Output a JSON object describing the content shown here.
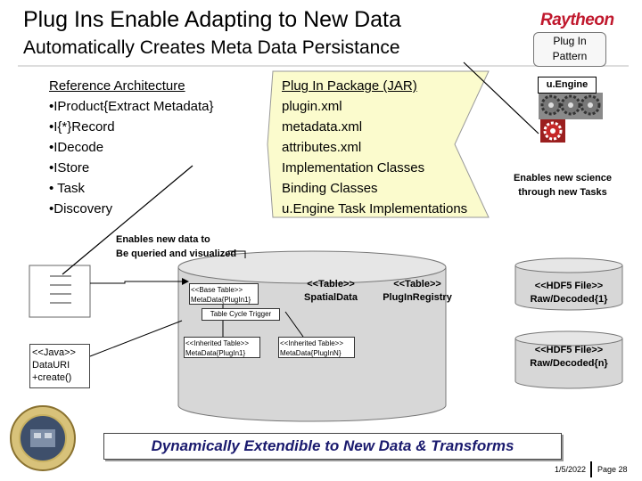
{
  "header": {
    "title": "Plug Ins Enable Adapting to New Data",
    "subtitle": "Automatically Creates Meta Data Persistance",
    "logo_text": "Raytheon",
    "pattern_label_line1": "Plug In",
    "pattern_label_line2": "Pattern"
  },
  "reference_architecture": {
    "heading": "Reference Architecture",
    "items": [
      "•IProduct{Extract Metadata}",
      "•I{*}Record",
      "•IDecode",
      "•IStore",
      "• Task",
      "•Discovery"
    ]
  },
  "plugin_package": {
    "heading": "Plug In Package (JAR)",
    "items": [
      "plugin.xml",
      "metadata.xml",
      "attributes.xml",
      "Implementation Classes",
      "Binding Classes",
      "u.Engine Task Implementations"
    ]
  },
  "uengine": {
    "label": "u.Engine",
    "enables_line1": "Enables new science",
    "enables_line2": "through new Tasks"
  },
  "query_note": {
    "line1": "Enables new data to",
    "line2": "Be queried and visualized"
  },
  "database": {
    "base_table_line1": "<<Base Table>>",
    "base_table_line2": "MetaData{PlugIn1}",
    "spatial_line1": "<<Table>>",
    "spatial_line2": "SpatialData",
    "registry_line1": "<<Table>>",
    "registry_line2": "PlugInRegistry",
    "trigger": "Table Cycle Trigger",
    "inherited1_line1": "<<Inherited Table>>",
    "inherited1_line2": "MetaData{PlugIn1}",
    "inherited2_line1": "<<Inherited Table>>",
    "inherited2_line2": "MetaData{PlugInN}"
  },
  "java_box": {
    "line1": "<<Java>>",
    "line2": "DataURI",
    "line3": "+create()"
  },
  "hdf": {
    "top_line1": "<<HDF5 File>>",
    "top_line2": "Raw/Decoded{1}",
    "bottom_line1": "<<HDF5 File>>",
    "bottom_line2": "Raw/Decoded{n}"
  },
  "banner": "Dynamically Extendible to New Data & Transforms",
  "footer": {
    "date": "1/5/2022",
    "page": "Page 28"
  },
  "colors": {
    "logo": "#c0182d",
    "package_fill": "#fbfbcd",
    "cylinder_fill": "#d7d7d7",
    "banner_text": "#1a1a6e",
    "gear_red": "#c62828"
  }
}
